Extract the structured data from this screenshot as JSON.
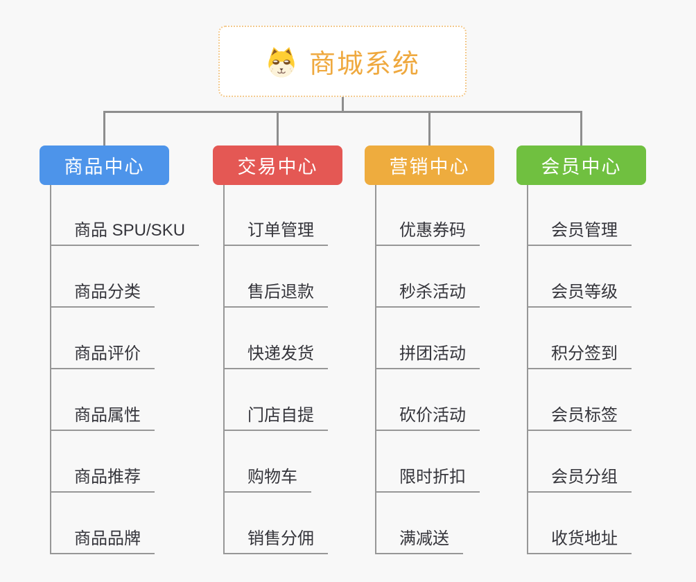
{
  "canvas": {
    "background": "#F8F8F8",
    "connector_color": "#8E8E8E",
    "underline_color": "#979797",
    "child_text_color": "#35353B"
  },
  "root": {
    "label": "商城系统",
    "icon": "shiba-dog-icon",
    "text_color": "#EFA93F",
    "border_color": "#F3C98C",
    "background": "#FFFFFF"
  },
  "branches": [
    {
      "label": "商品中心",
      "color": "#4D94EA",
      "children": [
        "商品 SPU/SKU",
        "商品分类",
        "商品评价",
        "商品属性",
        "商品推荐",
        "商品品牌"
      ]
    },
    {
      "label": "交易中心",
      "color": "#E45854",
      "children": [
        "订单管理",
        "售后退款",
        "快递发货",
        "门店自提",
        "购物车",
        "销售分佣"
      ]
    },
    {
      "label": "营销中心",
      "color": "#EEAC3E",
      "children": [
        "优惠券码",
        "秒杀活动",
        "拼团活动",
        "砍价活动",
        "限时折扣",
        "满减送"
      ]
    },
    {
      "label": "会员中心",
      "color": "#70C040",
      "children": [
        "会员管理",
        "会员等级",
        "积分签到",
        "会员标签",
        "会员分组",
        "收货地址"
      ]
    }
  ]
}
